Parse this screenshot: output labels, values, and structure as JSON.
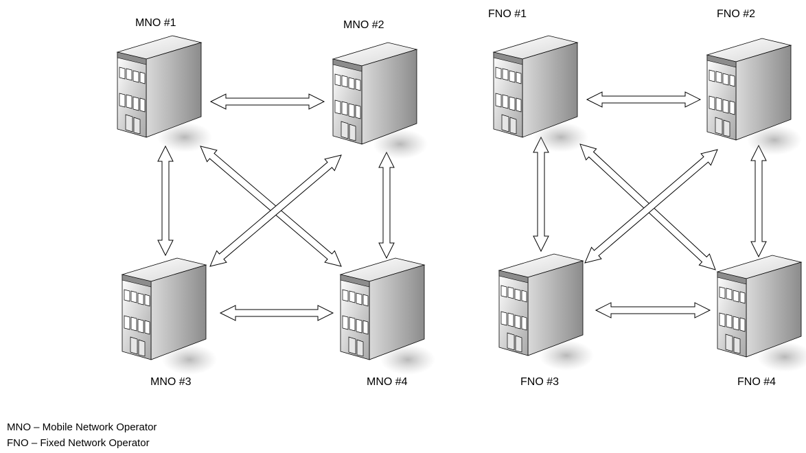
{
  "groups": [
    {
      "id": "mobile",
      "nodes": [
        {
          "label": "MNO #1"
        },
        {
          "label": "MNO #2"
        },
        {
          "label": "MNO #3"
        },
        {
          "label": "MNO #4"
        }
      ]
    },
    {
      "id": "fixed",
      "nodes": [
        {
          "label": "FNO #1"
        },
        {
          "label": "FNO #2"
        },
        {
          "label": "FNO #3"
        },
        {
          "label": "FNO #4"
        }
      ]
    }
  ],
  "connections": "all-pairs-bidirectional",
  "legend": {
    "mno": "MNO – Mobile Network Operator",
    "fno": "FNO – Fixed Network Operator"
  },
  "colors": {
    "building_front": "#cfcfcf",
    "building_side": "#8a8a8a",
    "building_roof": "#efefef",
    "outline": "#000000"
  }
}
